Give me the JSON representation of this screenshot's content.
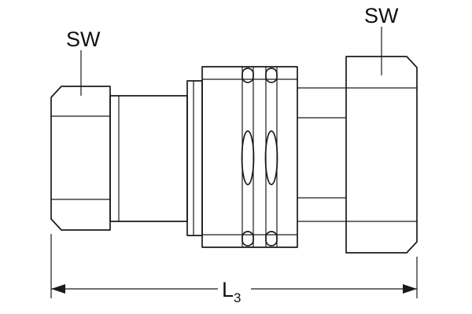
{
  "labels": {
    "sw_left": "SW",
    "sw_right": "SW",
    "dim_main": "L",
    "dim_sub": "3"
  },
  "colors": {
    "line": "#1a1a1a",
    "text": "#111111"
  }
}
